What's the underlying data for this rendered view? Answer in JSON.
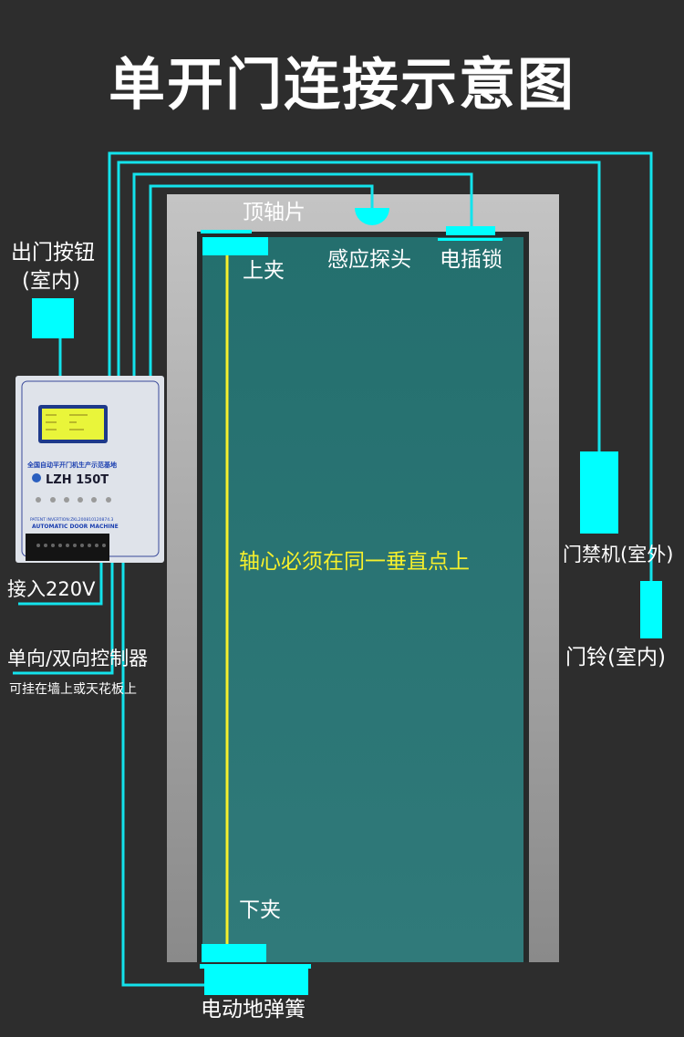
{
  "title": "单开门连接示意图",
  "labels": {
    "exit_button": "出门按钮",
    "exit_button_sub": "(室内)",
    "top_pivot": "顶轴片",
    "top_clamp": "上夹",
    "sensor": "感应探头",
    "electric_lock": "电插锁",
    "axis_note": "轴心必须在同一垂直点上",
    "access_control": "门禁机(室外)",
    "doorbell": "门铃(室内)",
    "power": "接入220V",
    "controller": "单向/双向控制器",
    "controller_sub": "可挂在墙上或天花板上",
    "bottom_clamp": "下夹",
    "floor_spring": "电动地弹簧"
  },
  "controller": {
    "slogan": "全国自动平开门机生产示范基地",
    "model": "LZH 150T",
    "patent": "PATENT INVERTION:ZKL200810120874.3",
    "caption": "AUTOMATIC DOOR MACHINE"
  },
  "colors": {
    "wire": "#13e3ec",
    "device": "#00ffff",
    "axis": "#f6f02c",
    "door": "#2a7a78",
    "background": "#2d2d2d"
  }
}
